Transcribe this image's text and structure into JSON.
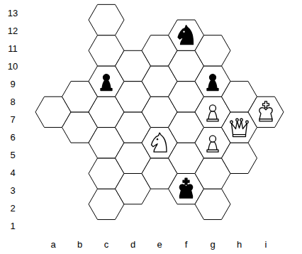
{
  "diagram": {
    "labels": [
      "13",
      "12",
      "11",
      "10",
      "9",
      "8",
      "7",
      "6",
      "5",
      "4",
      "3",
      "2",
      "1",
      "a",
      "b",
      "c",
      "d",
      "e",
      "f",
      "g",
      "h",
      "i"
    ]
  }
}
